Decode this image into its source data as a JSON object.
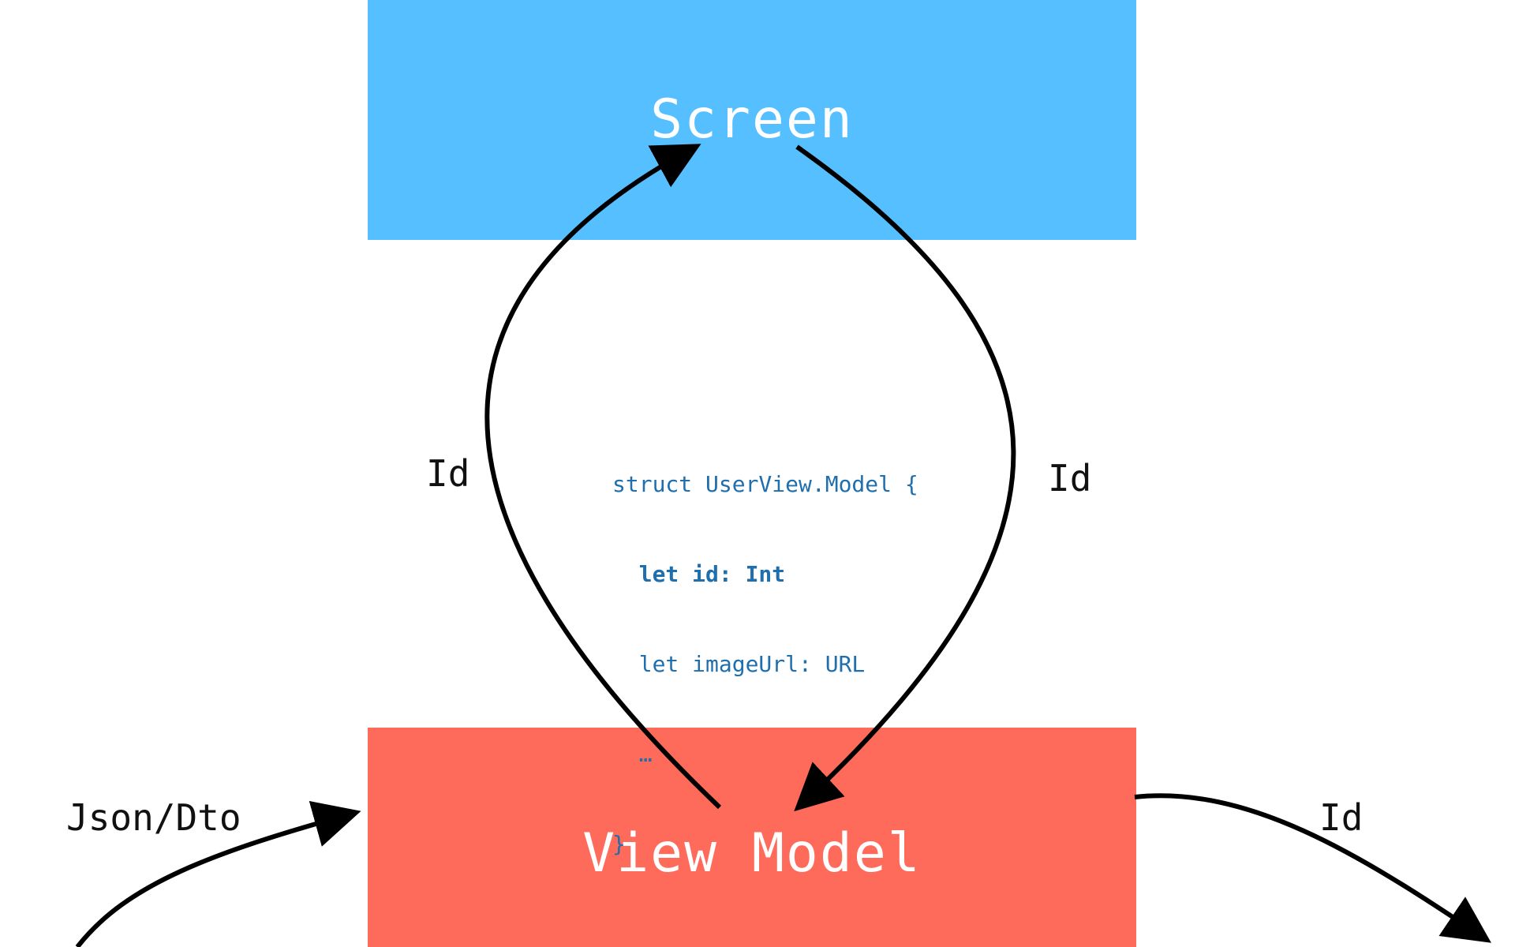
{
  "colors": {
    "screen_box": "#56bfff",
    "view_model_box": "#ff6b5b",
    "code_text": "#1f6fae",
    "arrow": "#000000"
  },
  "nodes": {
    "screen": {
      "label": "Screen"
    },
    "view_model": {
      "label": "View Model"
    }
  },
  "edges": {
    "vm_to_screen": {
      "label": "Id"
    },
    "screen_to_vm": {
      "label": "Id"
    },
    "input_to_vm": {
      "label": "Json/Dto"
    },
    "vm_to_output": {
      "label": "Id"
    }
  },
  "code_snippet": {
    "lines": [
      {
        "text": "struct UserView.Model {",
        "bold": false
      },
      {
        "text": "  let id: Int",
        "bold": true
      },
      {
        "text": "  let imageUrl: URL",
        "bold": false
      },
      {
        "text": "  …",
        "bold": false
      },
      {
        "text": "}",
        "bold": false
      }
    ]
  }
}
